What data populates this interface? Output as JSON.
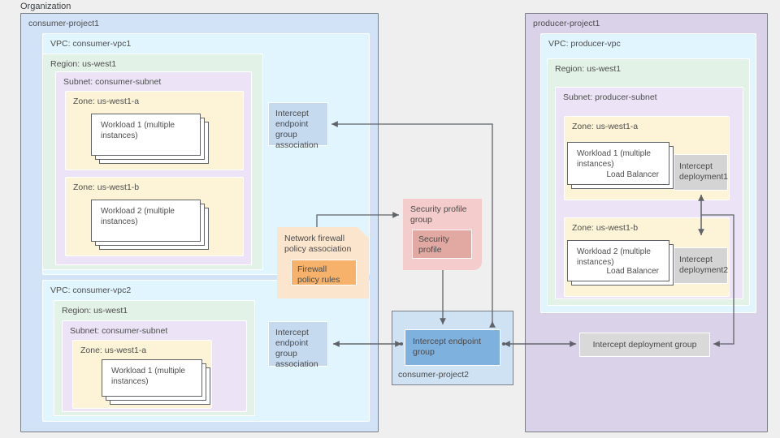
{
  "diagram": {
    "organization_label": "Organization",
    "consumer_project1": {
      "title": "consumer-project1",
      "vpc1": {
        "title": "VPC: consumer-vpc1",
        "region": {
          "title": "Region: us-west1",
          "subnet": {
            "title": "Subnet: consumer-subnet",
            "zones": [
              {
                "title": "Zone: us-west1-a",
                "workload_line1": "Workload 1",
                "workload_line2": "(multiple instances)"
              },
              {
                "title": "Zone: us-west1-b",
                "workload_line1": "Workload 2",
                "workload_line2": "(multiple instances)"
              }
            ]
          }
        }
      },
      "vpc2": {
        "title": "VPC: consumer-vpc2",
        "region": {
          "title": "Region: us-west1",
          "subnet": {
            "title": "Subnet: consumer-subnet",
            "zones": [
              {
                "title": "Zone: us-west1-a",
                "workload_line1": "Workload 1",
                "workload_line2": "(multiple instances)"
              }
            ]
          }
        }
      },
      "ieg_association_top": "Intercept endpoint group association",
      "ieg_association_bottom": "Intercept endpoint group association",
      "network_firewall_policy_association": "Network firewall policy association",
      "firewall_policy_rules": "Firewall policy rules"
    },
    "security_profile_group": {
      "title": "Security profile group",
      "security_profile": "Security profile"
    },
    "consumer_project2": {
      "title": "consumer-project2",
      "intercept_endpoint_group": "Intercept endpoint group"
    },
    "producer_project1": {
      "title": "producer-project1",
      "vpc": {
        "title": "VPC: producer-vpc",
        "region": {
          "title": "Region: us-west1",
          "subnet": {
            "title": "Subnet: producer-subnet",
            "zones": [
              {
                "title": "Zone: us-west1-a",
                "workload_line1": "Workload 1",
                "workload_line2": "(multiple instances)",
                "load_balancer": "Load Balancer",
                "intercept_deployment": "Intercept deployment1"
              },
              {
                "title": "Zone: us-west1-b",
                "workload_line1": "Workload 2",
                "workload_line2": "(multiple instances)",
                "load_balancer": "Load Balancer",
                "intercept_deployment": "Intercept deployment2"
              }
            ]
          }
        }
      },
      "intercept_deployment_group": "Intercept deployment group"
    },
    "colors": {
      "canvas": "#efefef",
      "consumer_project": "#d2e3f7",
      "producer_project": "#d9d2e9",
      "vpc": "#e1f5fe",
      "region": "#e3f2e7",
      "subnet": "#ece4f6",
      "zone": "#fdf4d8",
      "endpoint_group": "#7fb1df",
      "endpoint_group_association": "#c5d9ef",
      "security_profile_group": "#f4cccc",
      "security_profile": "#e2a9a2",
      "firewall_policy_association": "#fce5cd",
      "firewall_policy_rules": "#f6b26b",
      "deployment": "#d4d4d4",
      "connector": "#5f6368"
    }
  }
}
